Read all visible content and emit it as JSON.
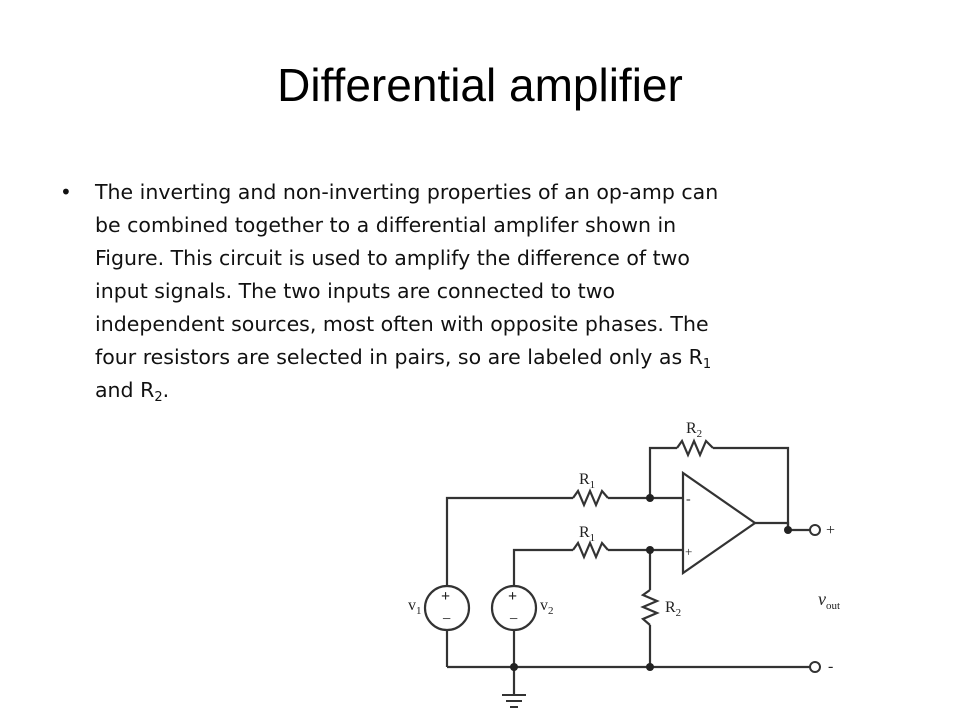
{
  "slide": {
    "title": "Differential amplifier",
    "bullet_symbol": "•",
    "bullet_lines": [
      "The inverting and non-inverting properties of an op-amp can",
      "be combined together to a differential amplifer shown in",
      "Figure. This circuit is used to amplify the difference of two",
      "input signals. The two inputs are connected to two",
      "independent sources, most often with opposite phases. The"
    ],
    "bullet_line6_pre": "four resistors are selected in pairs, so are labeled only as R",
    "bullet_line6_sub": "1",
    "bullet_line7_pre": "and R",
    "bullet_line7_sub": "2",
    "bullet_line7_post": "."
  },
  "circuit": {
    "labels": {
      "r2_top_main": "R",
      "r2_top_sub": "2",
      "r1_upper_main": "R",
      "r1_upper_sub": "1",
      "r1_lower_main": "R",
      "r1_lower_sub": "1",
      "r2_shunt_main": "R",
      "r2_shunt_sub": "2",
      "v1_main": "v",
      "v1_sub": "1",
      "v2_main": "v",
      "v2_sub": "2",
      "vout_main": "v",
      "vout_sub": "out",
      "opamp_minus": "-",
      "opamp_plus": "+",
      "src_plus": "+",
      "src_minus": "−",
      "out_plus": "+",
      "out_minus": "-"
    }
  }
}
